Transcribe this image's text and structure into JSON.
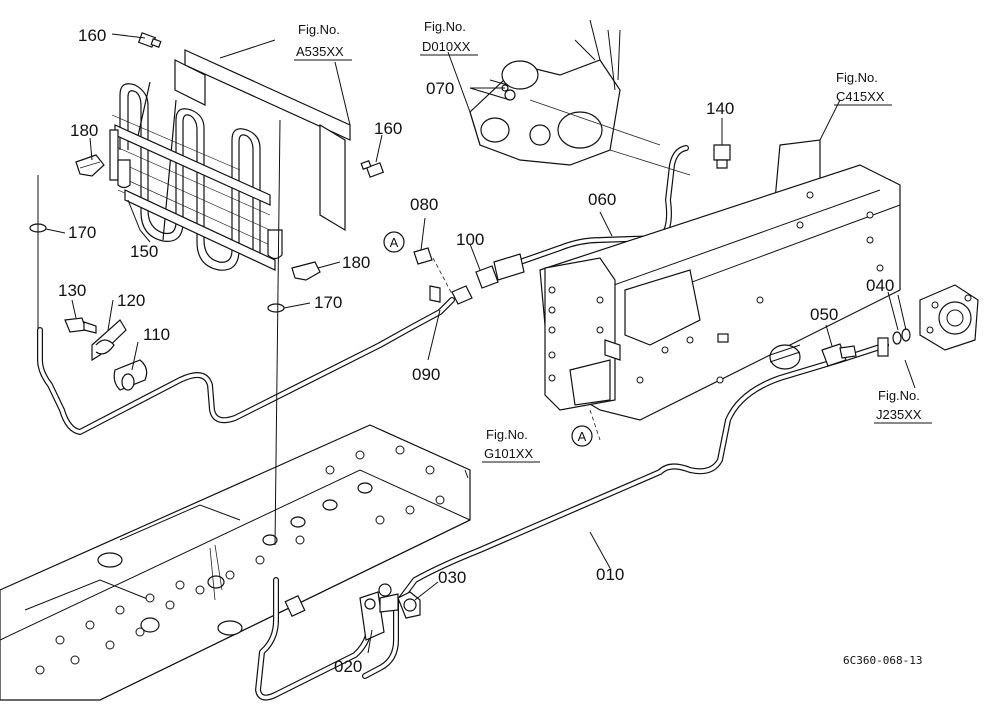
{
  "callouts": {
    "c160a": "160",
    "c160b": "160",
    "c180a": "180",
    "c180b": "180",
    "c170a": "170",
    "c170b": "170",
    "c150": "150",
    "c130": "130",
    "c120": "120",
    "c110": "110",
    "c080": "080",
    "c100": "100",
    "c090": "090",
    "c070": "070",
    "c060": "060",
    "c140": "140",
    "c050": "050",
    "c040": "040",
    "c010": "010",
    "c030": "030",
    "c020": "020",
    "markA1": "A",
    "markA2": "A"
  },
  "figrefs": {
    "a535": {
      "fig": "Fig.No.",
      "num": "A535XX"
    },
    "d010": {
      "fig": "Fig.No.",
      "num": "D010XX"
    },
    "c415": {
      "fig": "Fig.No.",
      "num": "C415XX"
    },
    "j235": {
      "fig": "Fig.No.",
      "num": "J235XX"
    },
    "g101": {
      "fig": "Fig.No.",
      "num": "G101XX"
    }
  },
  "drawing_code": "6C360-068-13"
}
